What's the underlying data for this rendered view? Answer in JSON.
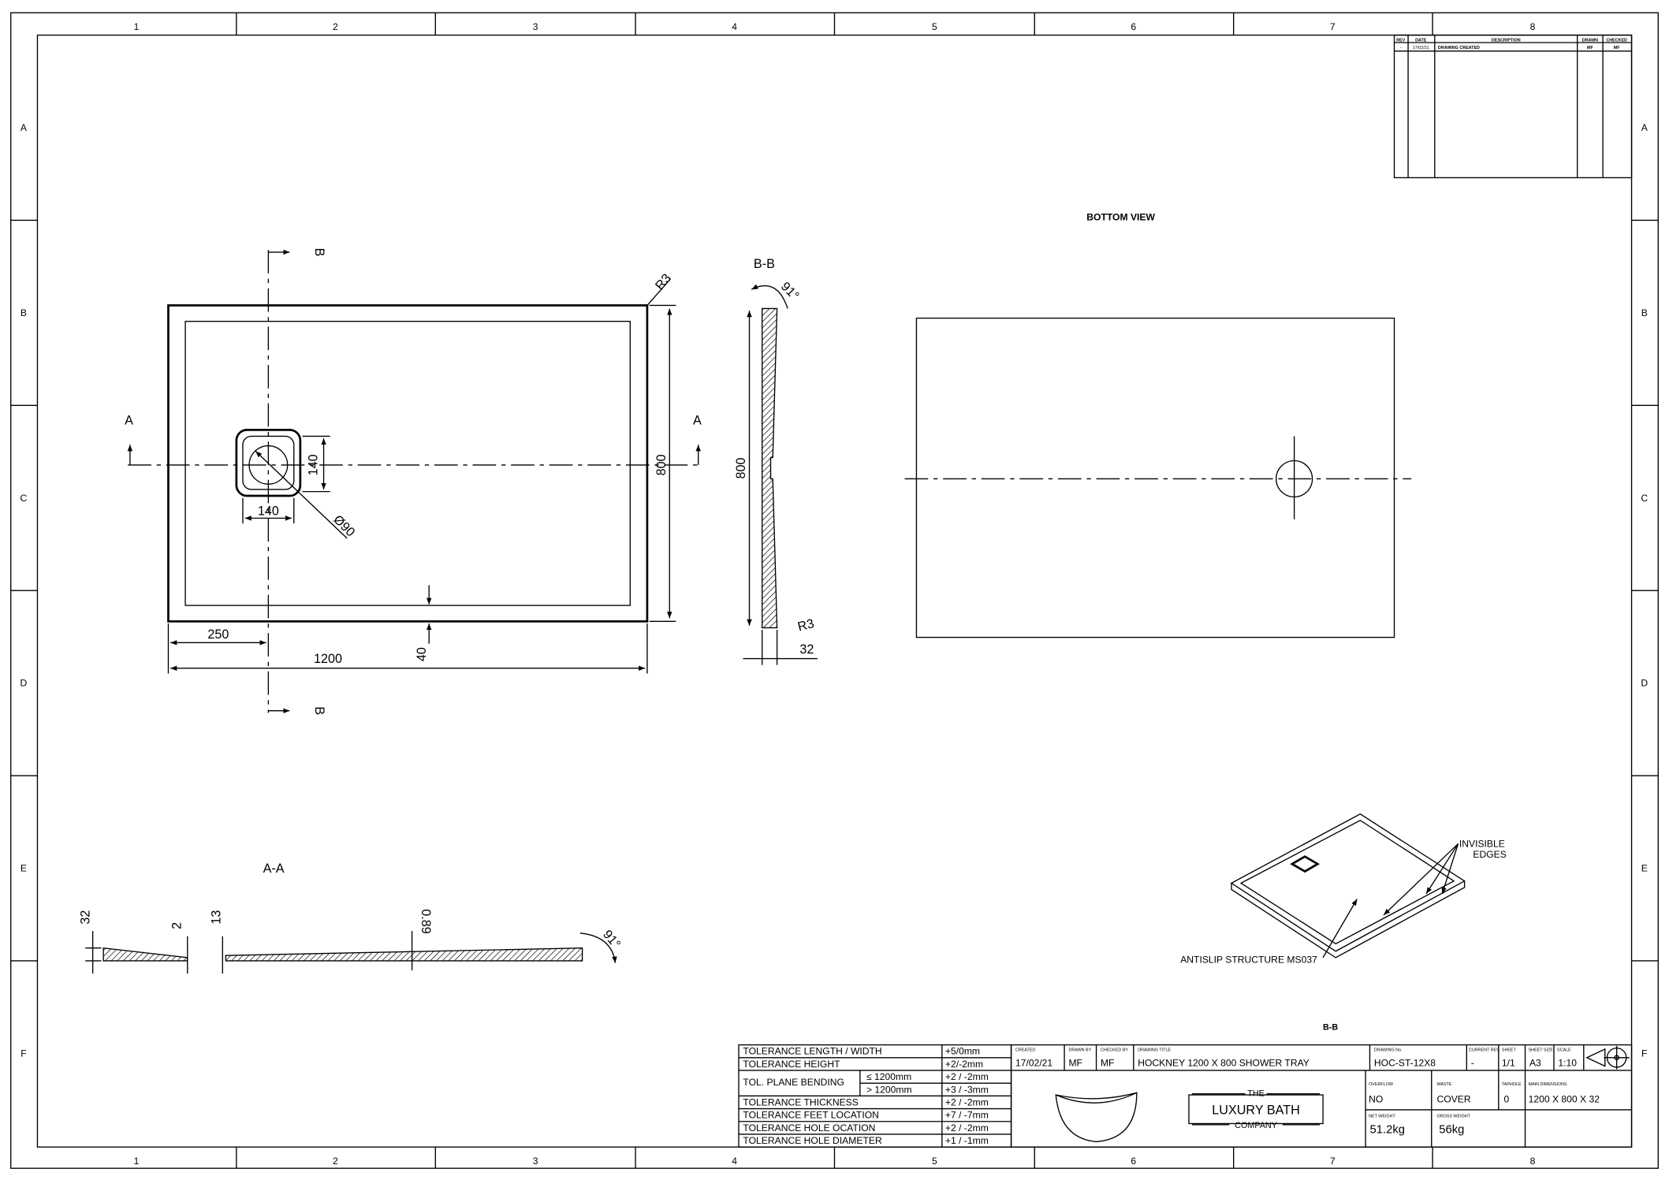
{
  "frame": {
    "columns": [
      "1",
      "2",
      "3",
      "4",
      "5",
      "6",
      "7",
      "8"
    ],
    "rows": [
      "A",
      "B",
      "C",
      "D",
      "E",
      "F"
    ]
  },
  "revision_table": {
    "headers": [
      "REV",
      "DATE",
      "DESCRIPTION",
      "DRAWN",
      "CHECKED"
    ],
    "rows": [
      [
        "-",
        "17/02/21",
        "DRAWING CREATED",
        "MF",
        "MF"
      ]
    ]
  },
  "plan_view": {
    "section_a": "A",
    "section_b": "B",
    "dims": {
      "radius": "R3",
      "height": "800",
      "drain_h": "140",
      "drain_w": "140",
      "drain_dia": "Ø90",
      "offset": "250",
      "width": "1200",
      "border": "40"
    }
  },
  "section_bb": {
    "title": "B-B",
    "angle": "91°",
    "height": "800",
    "radius": "R3",
    "thickness": "32"
  },
  "bottom_view": {
    "title": "BOTTOM VIEW"
  },
  "section_aa": {
    "title": "A-A",
    "dim_32": "32",
    "dim_2": "2",
    "dim_13": "13",
    "dim_slope": "0.89",
    "angle": "91°"
  },
  "iso_view": {
    "note_edges": "INVISIBLE\nEDGES",
    "note_edges_1": "INVISIBLE",
    "note_edges_2": "EDGES",
    "note_antislip": "ANTISLIP STRUCTURE MS037",
    "label": "B-B"
  },
  "tolerances": [
    {
      "label": "TOLERANCE LENGTH / WIDTH",
      "value": "+5/0mm"
    },
    {
      "label": "TOLERANCE HEIGHT",
      "value": "+2/-2mm"
    },
    {
      "label": "TOL. PLANE BENDING",
      "sub": "≤  1200mm",
      "value": "+2 / -2mm"
    },
    {
      "label": "",
      "sub": ">  1200mm",
      "value": "+3 / -3mm"
    },
    {
      "label": "TOLERANCE THICKNESS",
      "value": "+2 / -2mm"
    },
    {
      "label": "TOLERANCE FEET LOCATION",
      "value": "+7 / -7mm"
    },
    {
      "label": "TOLERANCE HOLE OCATION",
      "value": "+2 / -2mm"
    },
    {
      "label": "TOLERANCE HOLE DIAMETER",
      "value": "+1 / -1mm"
    }
  ],
  "title_block": {
    "created_label": "CREATED",
    "created": "17/02/21",
    "drawn_label": "DRAWN BY",
    "drawn": "MF",
    "checked_label": "CHECKED BY",
    "checked": "MF",
    "title_label": "DRAWING TITLE",
    "title": "HOCKNEY 1200 X 800 SHOWER TRAY",
    "number_label": "DRAWING No.",
    "number": "HOC-ST-12X8",
    "rev_label": "CURRENT REV.",
    "rev": "-",
    "sheet_label": "SHEET",
    "sheet": "1/1",
    "size_label": "SHEET SIZE",
    "size": "A3",
    "scale_label": "SCALE",
    "scale": "1:10",
    "overflow_label": "OVERFLOW",
    "overflow": "NO",
    "waste_label": "WASTE",
    "waste": "COVER",
    "taphole_label": "TAPHOLE",
    "taphole": "0",
    "dims_label": "MAIN DIMENSIONS",
    "dims": "1200 X 800 X 32",
    "net_label": "NET WEIGHT",
    "net": "51.2kg",
    "gross_label": "GROSS WEIGHT",
    "gross": "56kg",
    "logo_the": "THE",
    "logo_main": "LUXURY BATH",
    "logo_company": "COMPANY"
  }
}
